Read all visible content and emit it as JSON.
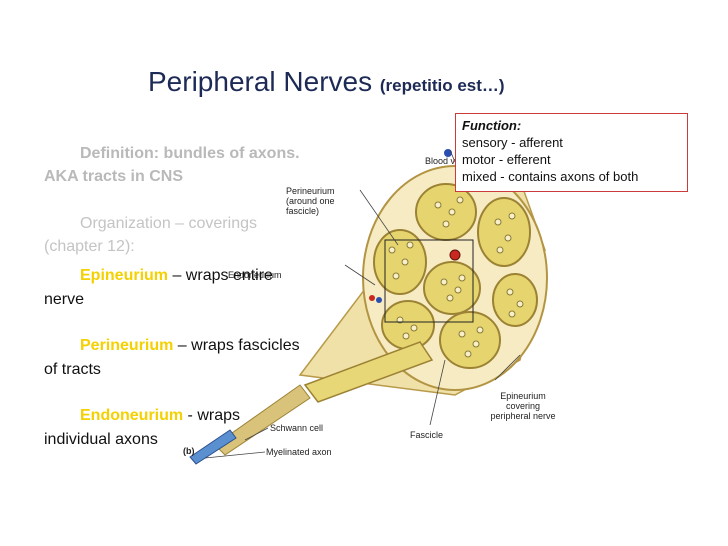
{
  "title": {
    "main": "Peripheral Nerves",
    "sub": "(repetitio est…)"
  },
  "function_box": {
    "heading": "Function:",
    "lines": [
      "sensory - afferent",
      "motor - efferent",
      "mixed - contains axons of both"
    ]
  },
  "notes": {
    "definition": [
      "Definition: bundles of axons.",
      "AKA tracts in CNS"
    ],
    "organization": [
      "Organization – coverings",
      "(chapter 12):"
    ],
    "epineurium": {
      "term": "Epineurium",
      "rest_1": " – wraps entire",
      "rest_2": "nerve"
    },
    "perineurium": {
      "term": "Perineurium",
      "rest_1": " – wraps fascicles",
      "rest_2": "of tracts"
    },
    "endoneurium": {
      "term": "Endoneurium",
      "rest_1": " - wraps",
      "rest_2": "individual axons"
    }
  },
  "figure": {
    "labels": {
      "blood_vessels": "Blood vessels",
      "perineurium": [
        "Perineurium",
        "(around one",
        "fascicle)"
      ],
      "endoneurium": "Endoneurium",
      "epineurium": [
        "Epineurium",
        "covering",
        "peripheral nerve"
      ],
      "schwann": "Schwann cell",
      "fascicle": "Fascicle",
      "myelinated": "Myelinated axon",
      "panel": "(b)"
    },
    "colors": {
      "epineurium": "#f3e5b4",
      "fascicle": "#e8d776",
      "axon_ring": "#8a7a3a",
      "vessel_red": "#c8281e",
      "vessel_blue": "#2a4fb0",
      "schwann": "#d9c27a",
      "axon_core": "#5a8fd0"
    }
  }
}
